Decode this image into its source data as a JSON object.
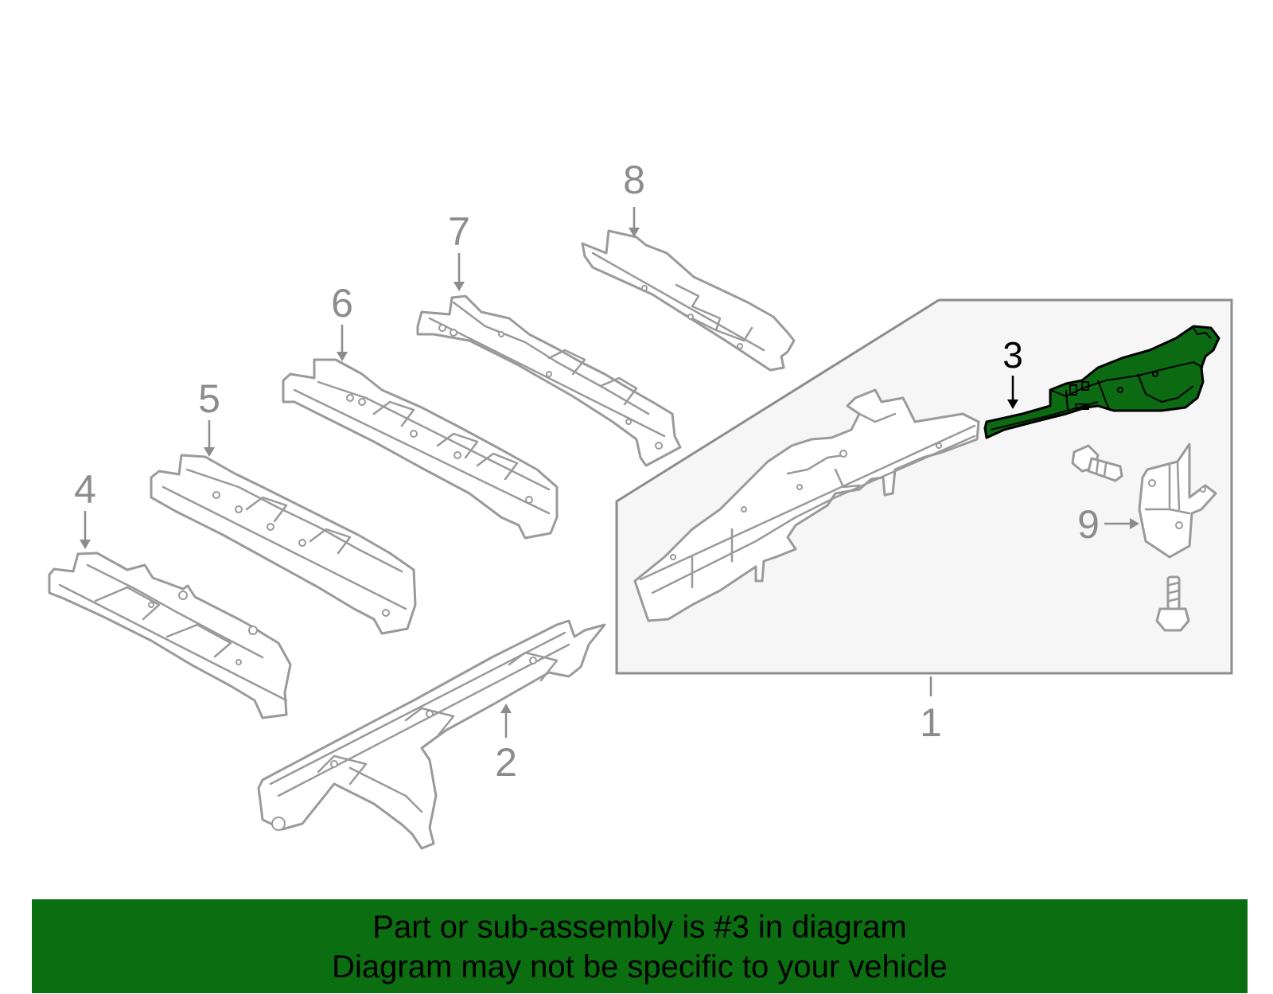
{
  "banner": {
    "line1": "Part or sub-assembly is #3 in diagram",
    "line2": "Diagram may not be specific to your vehicle"
  },
  "callouts": {
    "c1": "1",
    "c2": "2",
    "c3": "3",
    "c4": "4",
    "c5": "5",
    "c6": "6",
    "c7": "7",
    "c8": "8",
    "c9": "9"
  },
  "highlighted_part": "3",
  "colors": {
    "highlight": "#0c6a12",
    "banner": "#0b6e10",
    "line_art": "#9a9a9a",
    "detail_box": "#f6f6f6"
  }
}
